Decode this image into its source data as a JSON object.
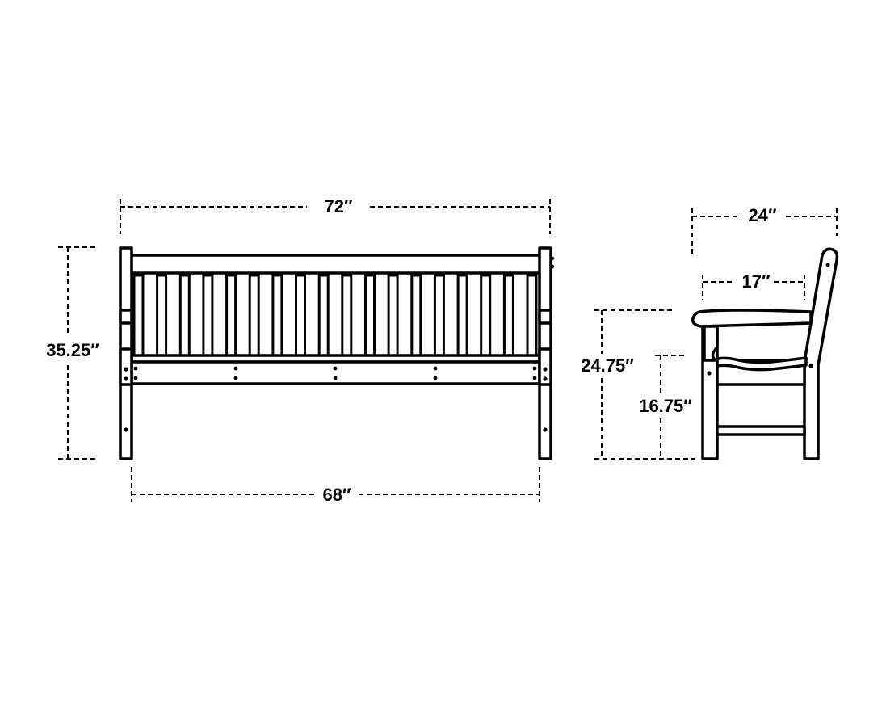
{
  "diagram": {
    "front_view": {
      "overall_width": "72″",
      "seat_width": "68″",
      "overall_height": "35.25″"
    },
    "side_view": {
      "overall_depth": "24″",
      "seat_depth": "17″",
      "arm_height": "24.75″",
      "seat_height": "16.75″"
    }
  }
}
